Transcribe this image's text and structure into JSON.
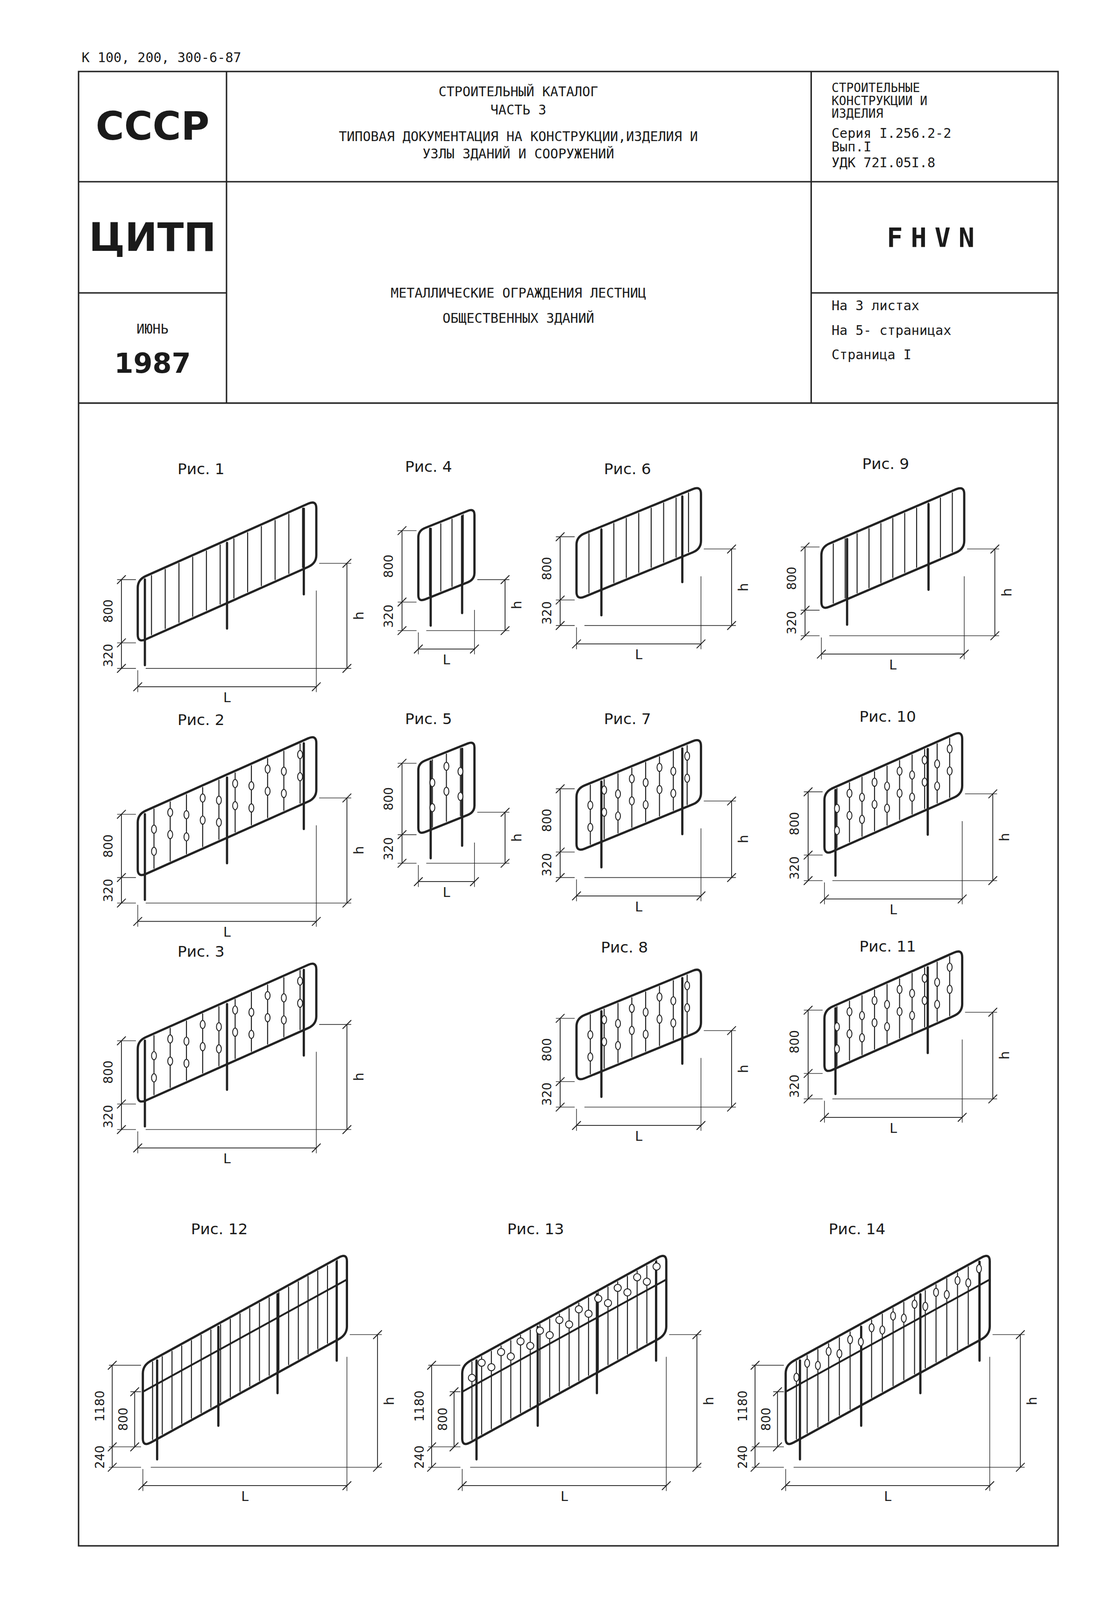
{
  "diagram": {
    "title": "МЕТАЛЛИЧЕСКИЕ ОГРАЖДЕНИЯ ЛЕСТНИЦ ОБЩЕСТВЕННЫХ ЗДАНИЙ",
    "labels": [
      "К 100, 200, 300-6-87",
      "СССР",
      "СТРОИТЕЛЬНЫЙ КАТАЛОГ",
      "ЧАСТЬ 3",
      "ТИПОВАЯ ДОКУМЕНТАЦИЯ НА КОНСТРУКЦИИ,ИЗДЕЛИЯ И УЗЛЫ ЗДАНИЙ И СООРУЖЕНИЙ",
      "СТРОИТЕЛЬНЫЕ КОНСТРУКЦИИ И ИЗДЕЛИЯ",
      "Серия I.256.2-2",
      "Вып.I",
      "УДК 72I.05I.8",
      "ЦИТП",
      "FHVN",
      "ИЮНЬ",
      "1987",
      "На 3 листах",
      "На 5- страницах",
      "Страница I",
      "Рис. 1",
      "800",
      "320",
      "L",
      "h",
      "Рис. 4",
      "800",
      "320",
      "L",
      "h",
      "Рис. 6",
      "800",
      "320",
      "L",
      "h",
      "Рис. 9",
      "800",
      "320",
      "L",
      "h",
      "Рис. 2",
      "800",
      "320",
      "L",
      "h",
      "Рис. 5",
      "800",
      "320",
      "L",
      "h",
      "Рис. 7",
      "800",
      "320",
      "L",
      "h",
      "Рис. 10",
      "800",
      "320",
      "L",
      "h",
      "Рис. 3",
      "800",
      "320",
      "L",
      "h",
      "Рис. 8",
      "800",
      "320",
      "L",
      "h",
      "Рис. 11",
      "800",
      "320",
      "L",
      "h",
      "Рис. 12",
      "1180",
      "800",
      "240",
      "L",
      "h",
      "Рис. 13",
      "1180",
      "800",
      "240",
      "L",
      "h",
      "Рис. 14",
      "1180",
      "800",
      "240",
      "L",
      "h"
    ]
  }
}
